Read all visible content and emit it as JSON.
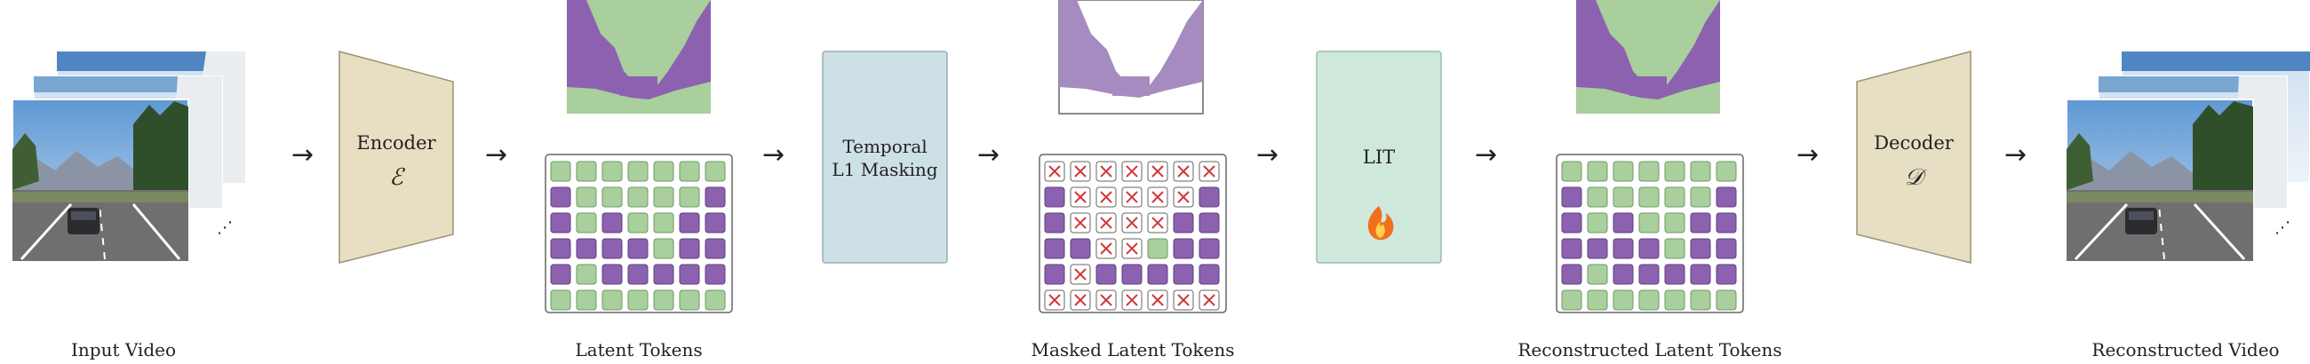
{
  "captions": {
    "input_video": "Input Video",
    "latent_tokens": "Latent Tokens",
    "masked_latent_tokens": "Masked Latent Tokens",
    "reconstructed_latent_tokens": "Reconstructed Latent Tokens",
    "reconstructed_video": "Reconstructed Video"
  },
  "blocks": {
    "encoder": {
      "label": "Encoder",
      "symbol": "ℰ"
    },
    "masking": {
      "line1": "Temporal",
      "line2": "L1 Masking"
    },
    "lit": {
      "label": "LIT"
    },
    "decoder": {
      "label": "Decoder",
      "symbol": "𝒟"
    }
  },
  "arrow_glyph": "→",
  "ellipsis_glyph": "⋰",
  "colors": {
    "green_token": "#a8cf9c",
    "purple_token": "#8c62b0",
    "encoder_fill": "#e8dfc2",
    "masking_fill": "#cde0e6",
    "lit_fill": "#cfe8dc",
    "decoder_fill": "#e6dfc4",
    "mask_x": "#d03a3a"
  },
  "token_grids": {
    "latent": [
      "GGGGGGG",
      "PGGGGGP",
      "PGPGGPP",
      "PPPPGPP",
      "PGPPPPP",
      "GGGGGGG"
    ],
    "masked": [
      "XXXXXXX",
      "PXXXXXP",
      "PXXXXPP",
      "PPXXGPP",
      "PXPPPPP",
      "XXXXXXX"
    ],
    "reconstructed": [
      "GGGGGGG",
      "PGGGGGP",
      "PGPGGPP",
      "PPPPGPP",
      "PGPPPPP",
      "GGGGGGG"
    ]
  }
}
